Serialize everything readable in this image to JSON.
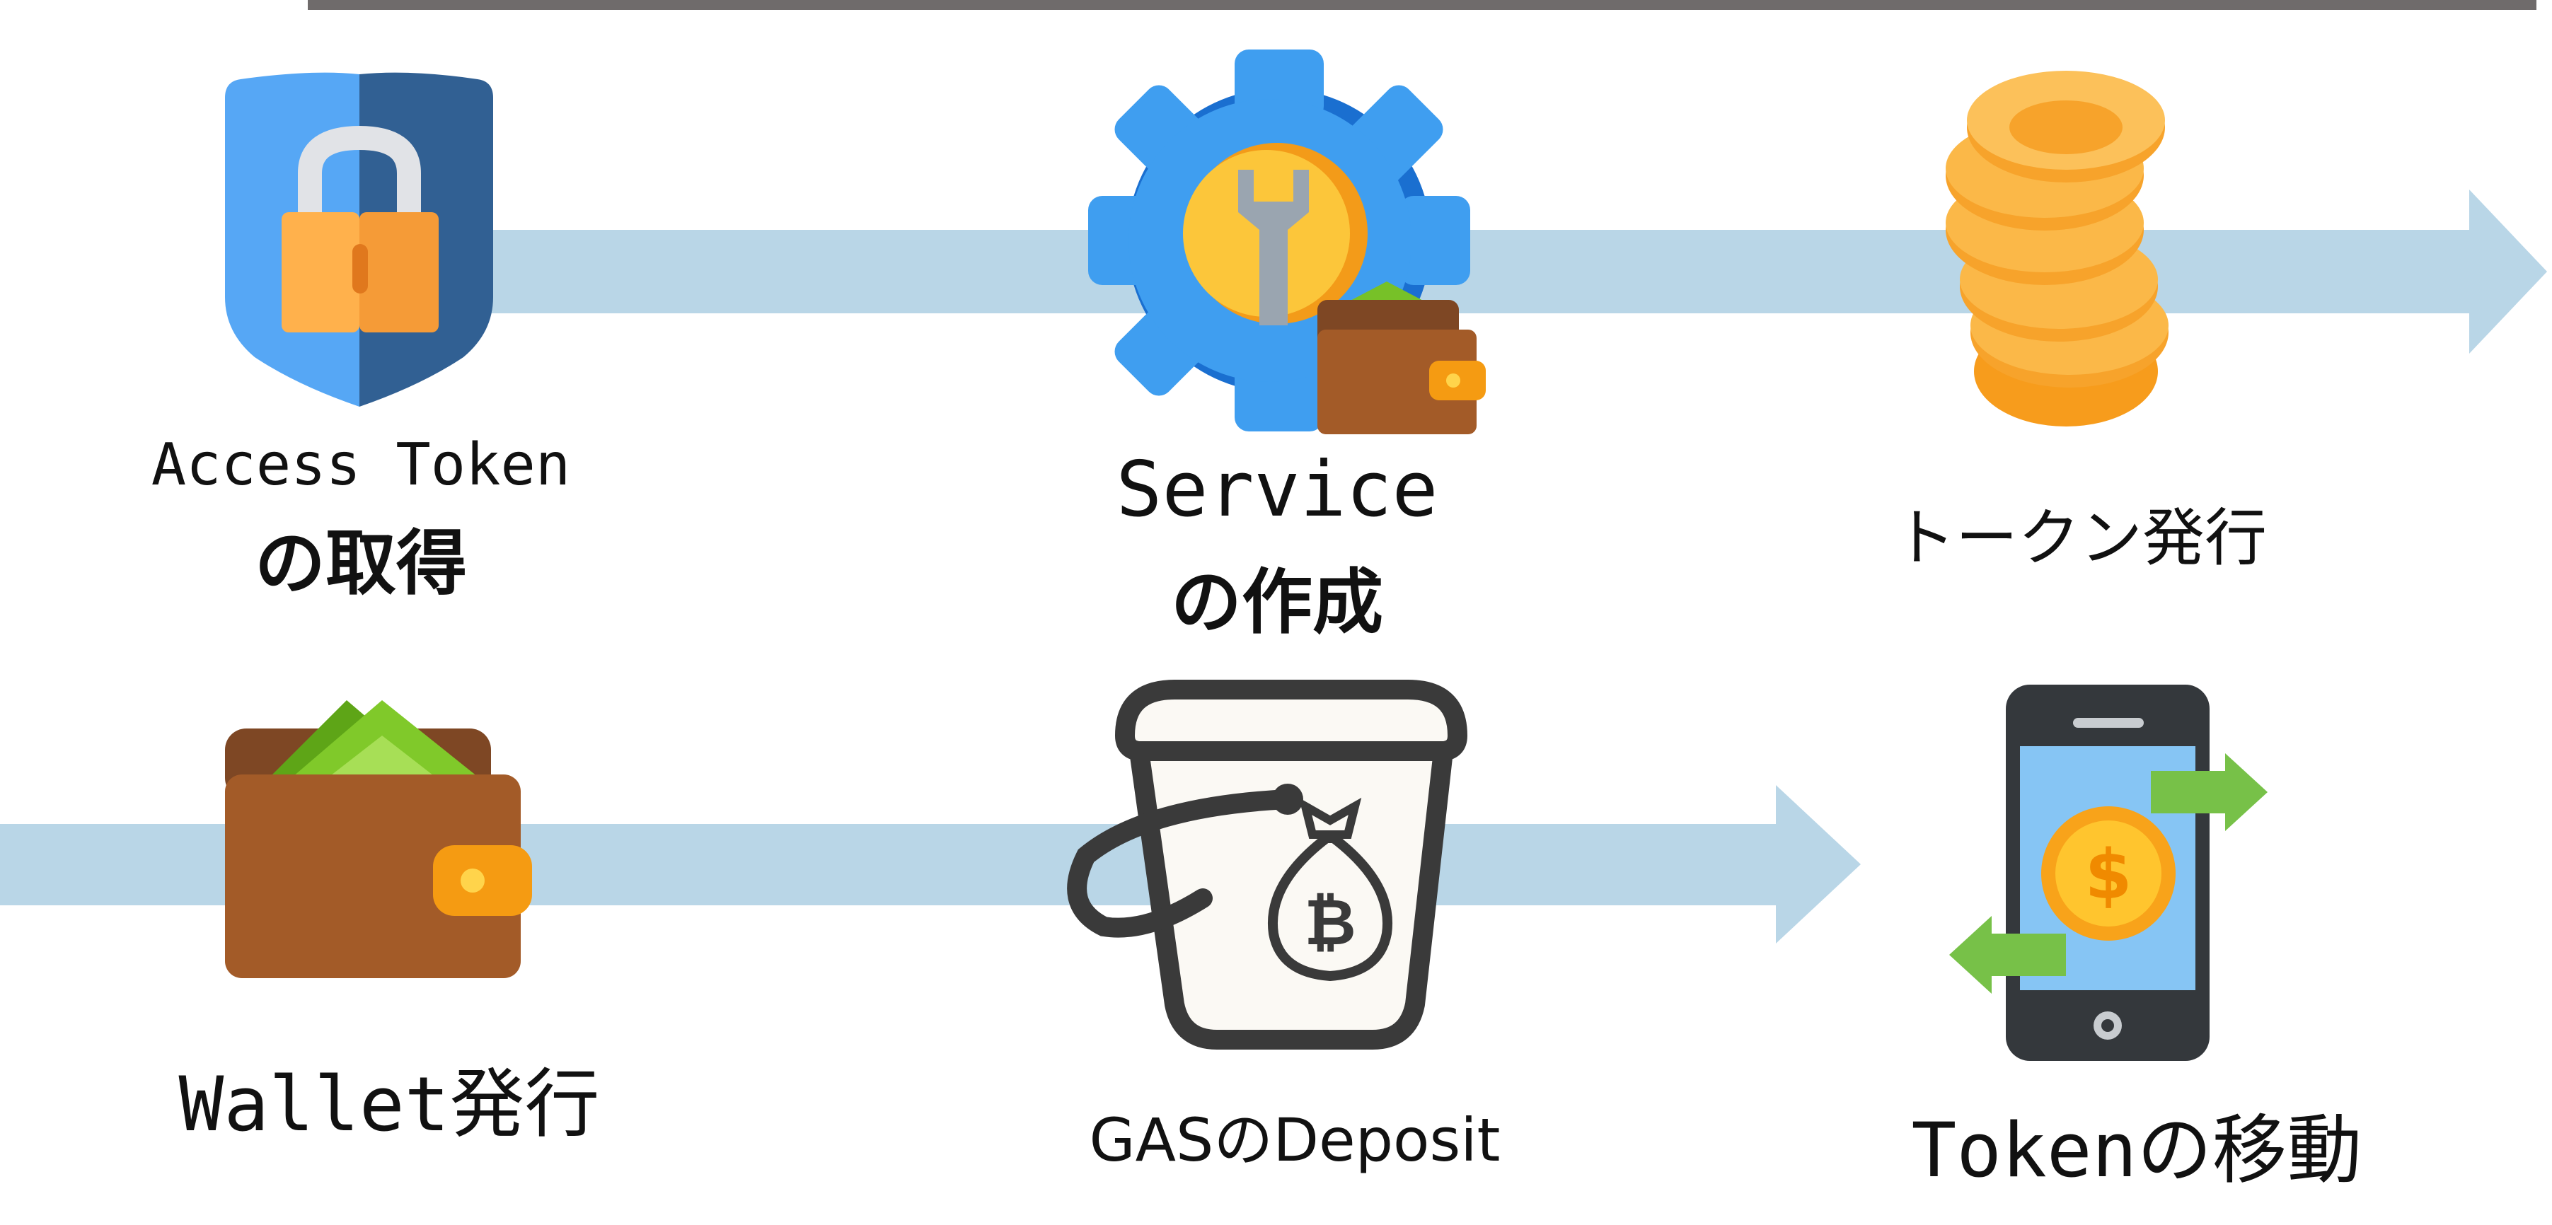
{
  "colors": {
    "top_rule": "#6f6b6b",
    "arrow": "#b9d6e7",
    "text": "#111111"
  },
  "steps": [
    {
      "id": "access-token",
      "line1": "Access Token",
      "line2": "の取得",
      "icon": "shield-lock-icon"
    },
    {
      "id": "service",
      "line1": "Service",
      "line2": "の作成",
      "icon": "gear-wrench-wallet-icon"
    },
    {
      "id": "token-issue",
      "line1": "トークン発行",
      "icon": "coin-stack-icon"
    },
    {
      "id": "wallet",
      "line1": "Wallet発行",
      "icon": "wallet-icon"
    },
    {
      "id": "gas-deposit",
      "line1": "GASのDeposit",
      "icon": "bitcoin-bucket-icon"
    },
    {
      "id": "token-move",
      "line1": "Tokenの移動",
      "icon": "phone-transfer-icon"
    }
  ]
}
